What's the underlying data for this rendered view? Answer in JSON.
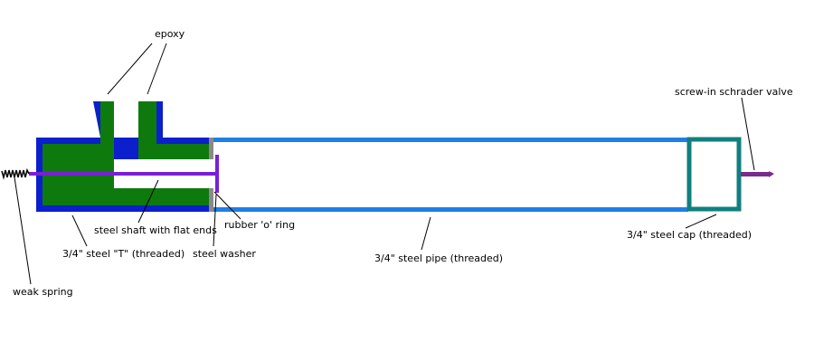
{
  "labels": {
    "epoxy": "epoxy",
    "schrader_valve": "screw-in schrader valve",
    "steel_shaft": "steel shaft with flat ends",
    "rubber_o_ring": "rubber 'o' ring",
    "steel_t": "3/4\" steel \"T\" (threaded)",
    "steel_washer": "steel washer",
    "steel_pipe": "3/4\" steel pipe (threaded)",
    "steel_cap": "3/4\" steel cap (threaded)",
    "weak_spring": "weak spring"
  },
  "colors": {
    "background": "#ffffff",
    "t_fitting_outline": "#0b1fcc",
    "epoxy_fill": "#0e7a0e",
    "pipe": "#1e7fe6",
    "cap": "#117f7f",
    "shaft": "#7a1fd6",
    "washer": "#7a1fd6",
    "valve": "#7a2a8a",
    "o_ring": "#8a8a8a",
    "leader_lines": "#000000",
    "spring": "#000000"
  }
}
